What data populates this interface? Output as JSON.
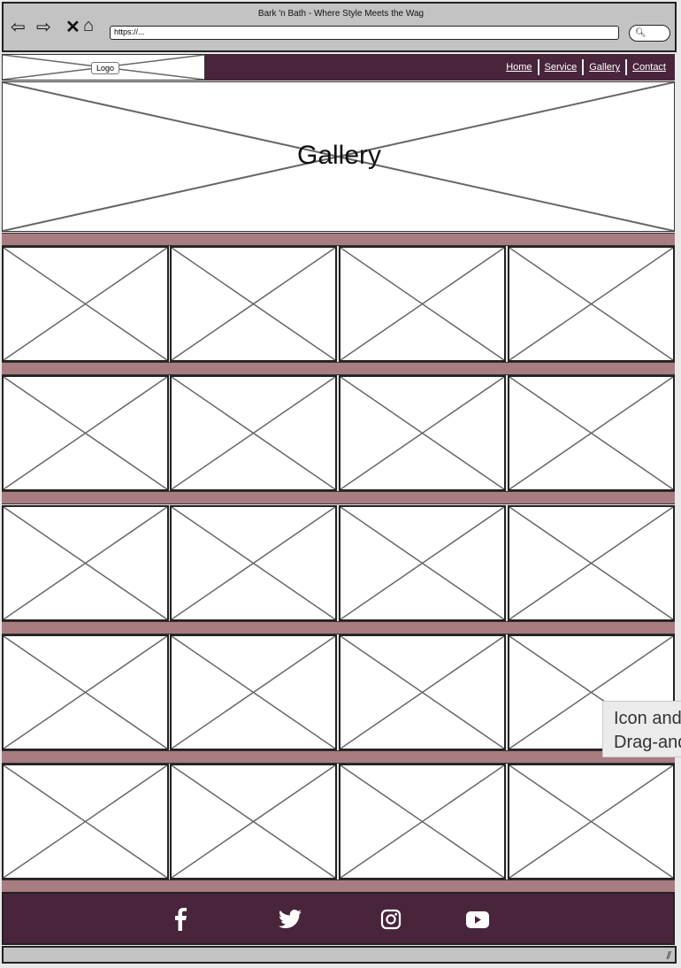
{
  "window": {
    "title": "Bark 'n Bath - Where Style Meets the Wag",
    "url": "https://..."
  },
  "toolbar_icons": [
    "back-arrow-icon",
    "forward-arrow-icon",
    "close-x-icon",
    "home-icon"
  ],
  "header": {
    "logo": "Logo",
    "nav": [
      "Home",
      "Service",
      "Gallery",
      "Contact"
    ]
  },
  "hero": {
    "title": "Gallery"
  },
  "gallery": {
    "rows": 5,
    "columns": 4
  },
  "footer": {
    "social": [
      "facebook",
      "twitter",
      "instagram",
      "youtube"
    ]
  },
  "tooltip": {
    "line1": "Icon and",
    "line2": "Drag-and"
  },
  "colors": {
    "brand": "#48253b",
    "band": "#a97c82",
    "chrome": "#c3c3c3",
    "placeholder_line": "#666666"
  }
}
